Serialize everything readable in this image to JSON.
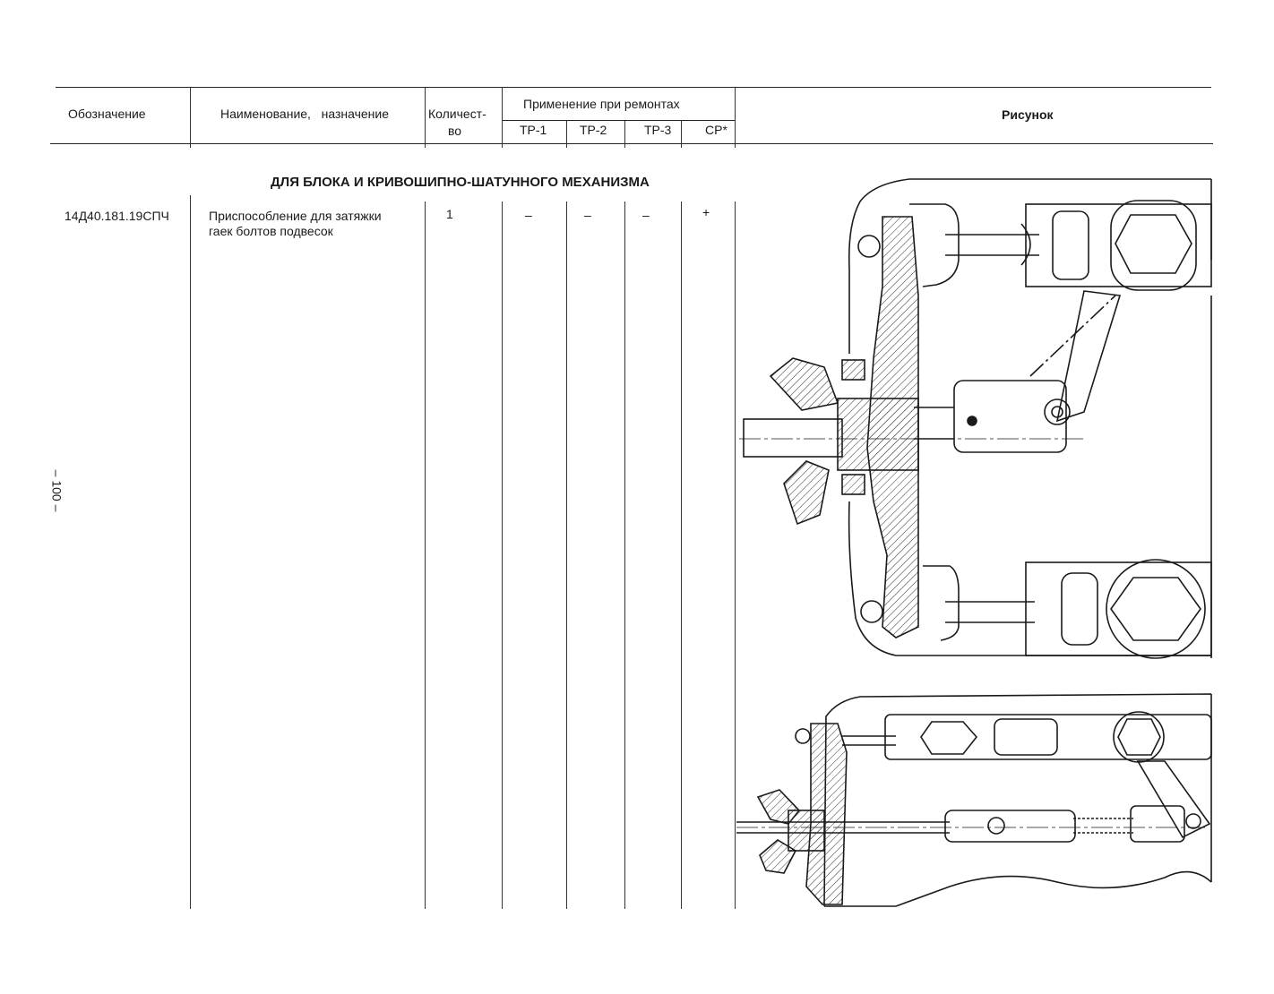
{
  "header": {
    "col_designation": "Обозначение",
    "col_name": "Наименование,   назначение",
    "col_qty_line1": "Количест-",
    "col_qty_line2": "во",
    "col_application": "Применение при ремонтах",
    "col_tr1": "ТР-1",
    "col_tr2": "ТР-2",
    "col_tr3": "ТР-3",
    "col_sr": "СР*",
    "col_figure": "Рисунок"
  },
  "section_title": "ДЛЯ БЛОКА И КРИВОШИПНО-ШАТУННОГО МЕХАНИЗМА",
  "rows": [
    {
      "designation": "14Д40.181.19СПЧ",
      "name_line1": "Приспособление для затяжки",
      "name_line2": "гаек болтов подвесок",
      "qty": "1",
      "tr1": "–",
      "tr2": "–",
      "tr3": "–",
      "sr": "+"
    }
  ],
  "page_number": "– 100 –"
}
